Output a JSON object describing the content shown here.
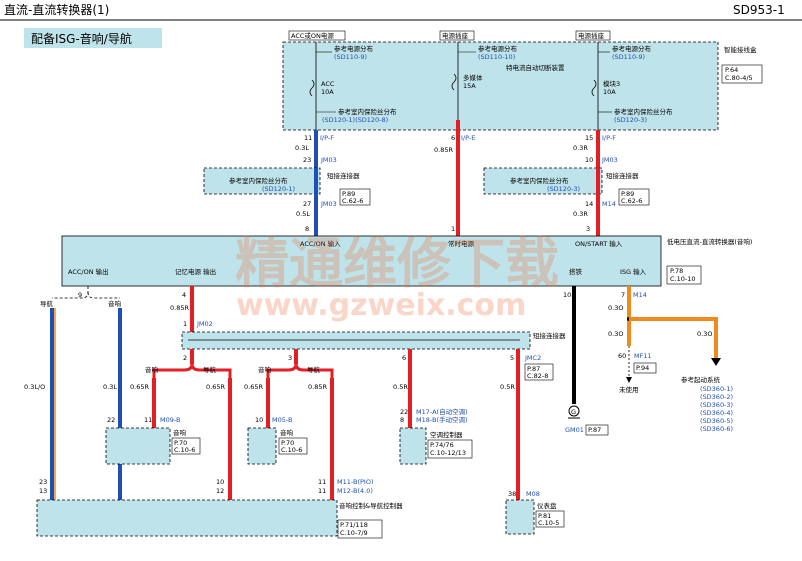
{
  "header": {
    "title": "直流-直流转换器(1)",
    "code": "SD953-1"
  },
  "section_title": "配备ISG-音响/导航",
  "top_labels": {
    "acc_on": "ACC或ON电源",
    "power_fuse_1": "电源插座",
    "power_fuse_2": "电源插座"
  },
  "junction_box": {
    "ref1": "参考电源分布",
    "ref1_code": "(SD110-9)",
    "ref2": "参考电源分布",
    "ref2_code": "(SD110-10)",
    "ref3": "参考电源分布",
    "ref3_code": "(SD110-9)",
    "acc_fuse": "ACC",
    "acc_amp": "10A",
    "multimedia_fuse": "多媒体",
    "multimedia_amp": "15A",
    "special_note": "特电流自动切断装置",
    "module3_fuse": "模块3",
    "module3_amp": "10A",
    "indoor_ref_1": "参考室内保险丝分布",
    "indoor_ref_1_code": "(SD120-1)(SD120-8)",
    "indoor_ref_2": "参考室内保险丝分布",
    "indoor_ref_2_code": "(SD120-3)",
    "name": "智能接线盒",
    "page": "P.64",
    "page_ref": "C.80-4/5"
  },
  "pins_top": {
    "left_pin": "11",
    "left_conn": "I/P-F",
    "mid_pin": "6",
    "mid_conn": "I/P-E",
    "right_pin": "15",
    "right_conn": "I/P-F"
  },
  "wires_top": {
    "left_1": "0.3L",
    "mid": "0.85R",
    "right_1": "0.3R",
    "left_2": "0.5L",
    "right_2": "0.3R"
  },
  "jm03": {
    "left_pin_a": "23",
    "left_conn_a": "JM03",
    "right_pin_a": "10",
    "right_conn_a": "JM03",
    "left_short": "短接连接器",
    "left_ref": "参考室内保险丝分布",
    "left_ref_code": "(SD120-1)",
    "left_page": "P.89",
    "left_page_ref": "C.62-6",
    "right_short": "短接连接器",
    "right_ref": "参考室内保险丝分布",
    "right_ref_code": "(SD120-3)",
    "right_page": "P.89",
    "right_page_ref": "C.62-6",
    "left_pin_b": "27",
    "left_conn_b": "JM03",
    "right_pin_b": "14",
    "right_conn_b": "M14"
  },
  "converter": {
    "pin_left": "8",
    "pin_mid": "1",
    "pin_right": "3",
    "acc_on_input": "ACC/ON 输入",
    "constant_power": "常时电源",
    "on_start_input": "ON/START 输入",
    "acc_on_output": "ACC/ON 输出",
    "memory_output": "记忆电源 输出",
    "ground": "搭铁",
    "isg_input": "ISG 输入",
    "name": "低电压直流-直流转换器(音响)",
    "page": "P.78",
    "page_ref": "C.10-10",
    "pin_9": "9",
    "pin_4": "4",
    "pin_10": "10",
    "pin_7": "7",
    "m14_conn": "M14"
  },
  "lower_left": {
    "nav_label": "导航",
    "audio_label": "音响",
    "wire_03lo": "0.3L/O",
    "wire_03l": "0.3L"
  },
  "jm02": {
    "pin": "1",
    "conn": "JM02",
    "wire": "0.85R",
    "short": "短接连接器",
    "pin_2": "2",
    "pin_3": "3",
    "pin_6": "6",
    "pin_5": "5",
    "conn_5": "JMC2",
    "page": "P.87",
    "page_ref": "C.82-8"
  },
  "branches": {
    "audio1": "音响",
    "nav1": "导航",
    "audio2": "音响",
    "nav2": "导航",
    "w1": "0.65R",
    "w2": "0.65R",
    "w3": "0.65R",
    "w4": "0.85R",
    "w5": "0.5R",
    "w6": "0.5R"
  },
  "speaker1": {
    "pin_a": "22",
    "pin_b": "11",
    "conn": "M09-B",
    "name": "音响",
    "page": "P.70",
    "page_ref": "C.10-6"
  },
  "speaker2": {
    "pin": "10",
    "conn": "M05-B",
    "name": "音响",
    "page": "P.70",
    "page_ref": "C.10-6"
  },
  "ac_panel": {
    "pin": "22",
    "conn_a": "M17-A(自动空调)",
    "pin_b": "8",
    "conn_b": "M18-B(手动空调)",
    "name": "空调控制器",
    "page": "P.74/76",
    "page_ref": "C.10-12/13"
  },
  "cluster": {
    "pin": "38",
    "conn": "M08",
    "name": "仪表盘",
    "page": "P.81",
    "page_ref": "C.10-5"
  },
  "head_unit": {
    "pin_23": "23",
    "pin_13": "13",
    "pin_10": "10",
    "pin_12": "12",
    "pin_11a": "11",
    "pin_11b": "11",
    "conn_a": "M11-B(PIO)",
    "conn_b": "M12-B(4.0)",
    "name": "音响控制&导航控制器",
    "page": "P.71/118",
    "page_ref": "C.10-7/9"
  },
  "ground": {
    "pin": "G",
    "name": "GM01",
    "page": "P.87"
  },
  "isg_side": {
    "wire1": "0.3O",
    "wire2": "0.3O",
    "wire3": "0.3O",
    "pin_60": "60",
    "conn": "MF11",
    "page": "P.94",
    "unused": "未使用",
    "ref_title": "参考起动系统",
    "refs": [
      "(SD360-1)",
      "(SD360-2)",
      "(SD360-3)",
      "(SD360-4)",
      "(SD360-5)",
      "(SD360-6)"
    ]
  },
  "watermark": {
    "cn": "精通维修下载",
    "url": "www.gzweix.com"
  },
  "colors": {
    "red_wire": "#e31e24",
    "blue_wire": "#1f4fb5",
    "orange_wire": "#f08a1c",
    "black_wire": "#000000",
    "box_fill": "#bfe3ea"
  }
}
